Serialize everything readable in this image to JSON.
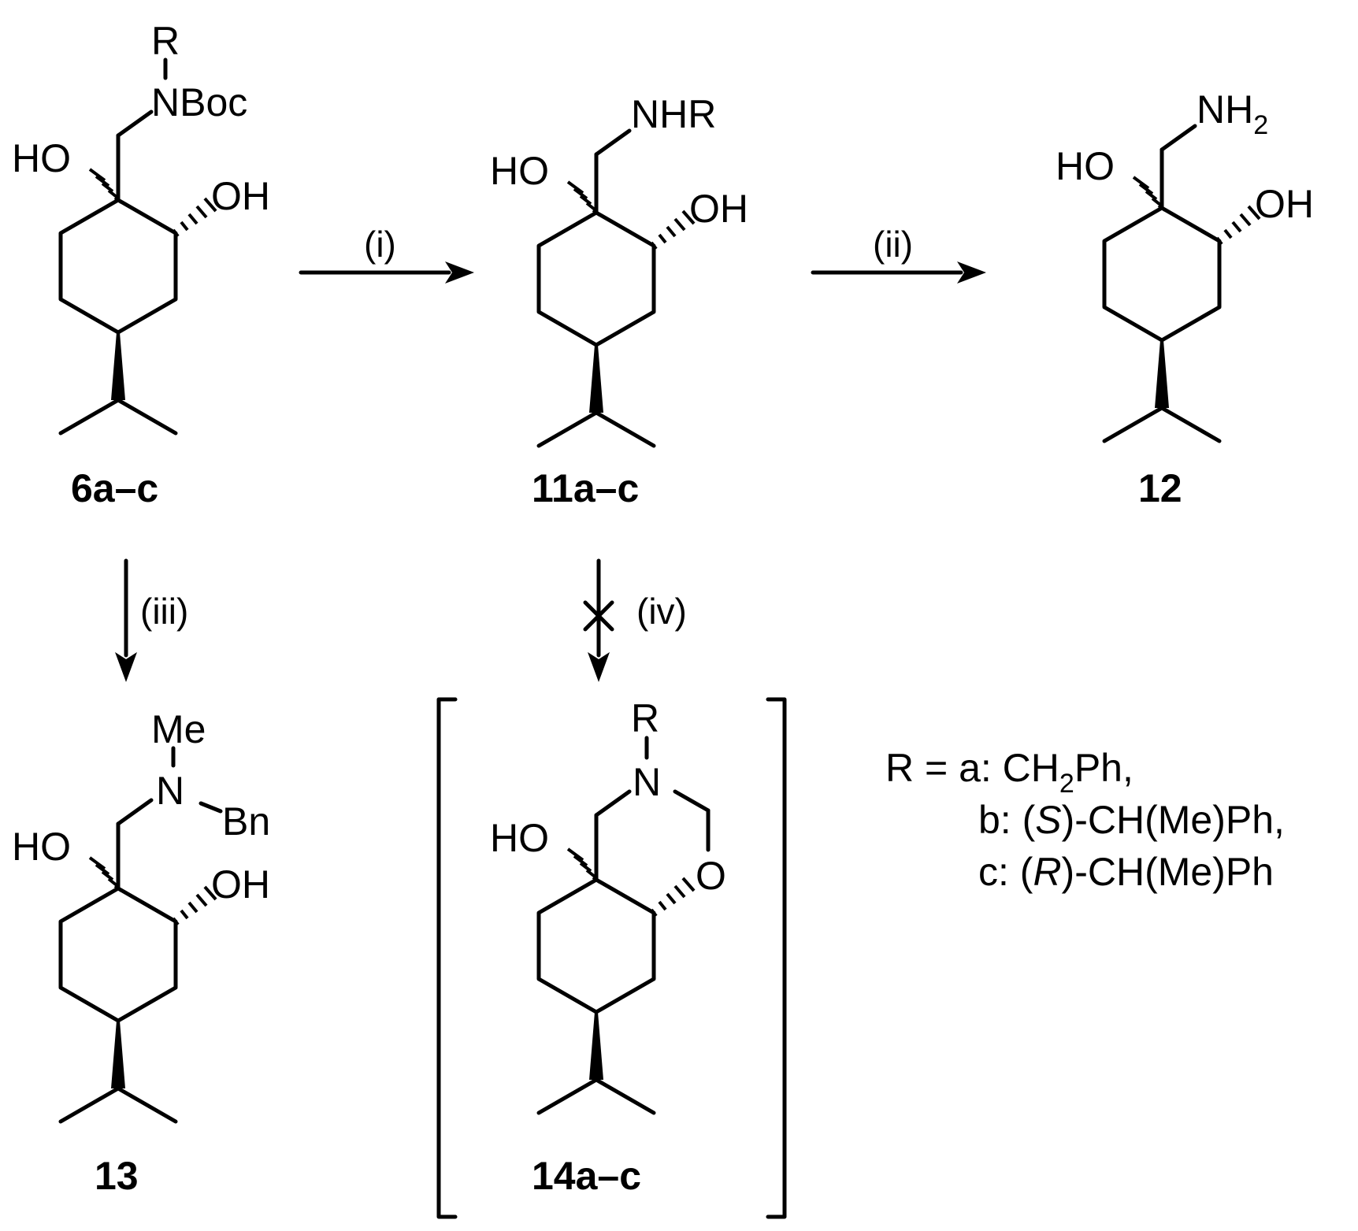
{
  "compounds": {
    "c6": {
      "label": "6a–c",
      "R": "R",
      "nboc": "NBoc",
      "ho": "HO",
      "oh": "OH"
    },
    "c11": {
      "label": "11a–c",
      "nhr": "NHR",
      "ho": "HO",
      "oh": "OH"
    },
    "c12": {
      "label": "12",
      "nh": "NH",
      "nh_sub": "2",
      "ho": "HO",
      "oh": "OH"
    },
    "c13": {
      "label": "13",
      "me": "Me",
      "n": "N",
      "bn": "Bn",
      "ho": "HO",
      "oh": "OH"
    },
    "c14": {
      "label": "14a–c",
      "R": "R",
      "n": "N",
      "o": "O",
      "ho": "HO"
    }
  },
  "conditions": {
    "i": "(i)",
    "ii": "(ii)",
    "iii": "(iii)",
    "iv": "(iv)"
  },
  "r_groups": {
    "intro": "R = a: CH",
    "intro_sub": "2",
    "intro_end": "Ph,",
    "b_pre": "b: (",
    "b_config": "S",
    "b_post": ")-CH(Me)Ph,",
    "c_pre": "c: (",
    "c_config": "R",
    "c_post": ")-CH(Me)Ph"
  }
}
